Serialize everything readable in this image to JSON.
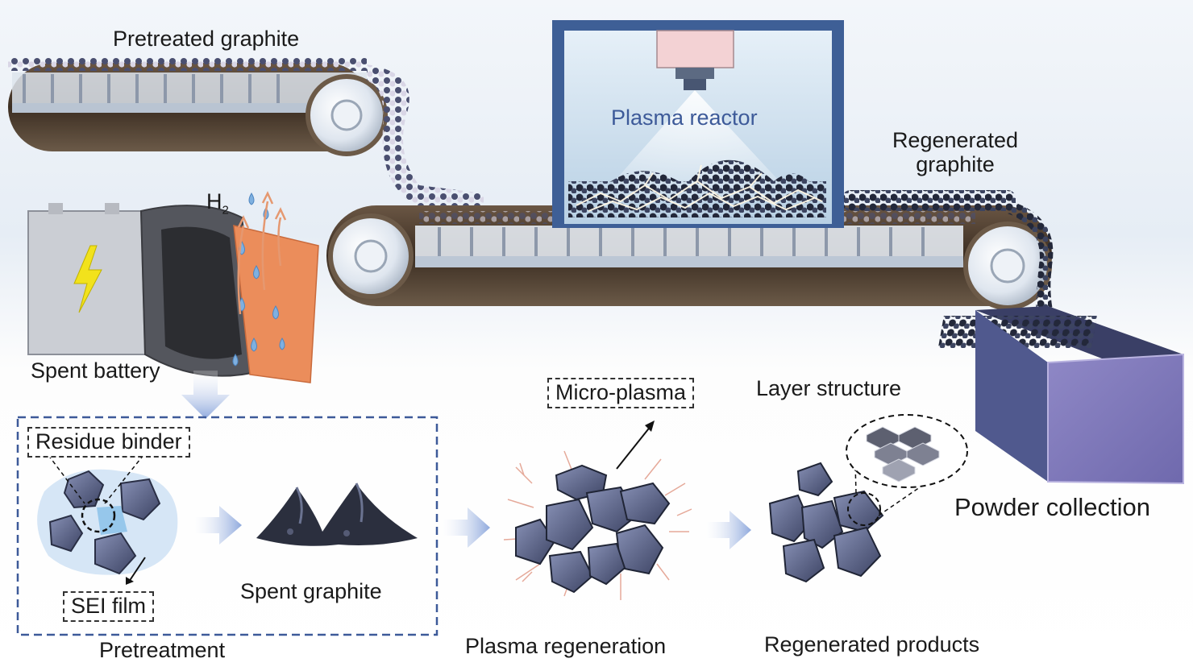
{
  "labels": {
    "pretreated_graphite": "Pretreated graphite",
    "plasma_reactor": "Plasma reactor",
    "regenerated_graphite_line1": "Regenerated",
    "regenerated_graphite_line2": "graphite",
    "h2_main": "H",
    "h2_sub": "2",
    "spent_battery": "Spent battery",
    "residue_binder": "Residue binder",
    "sei_film": "SEI film",
    "spent_graphite": "Spent graphite",
    "pretreatment": "Pretreatment",
    "micro_plasma": "Micro-plasma",
    "plasma_regeneration": "Plasma regeneration",
    "layer_structure": "Layer structure",
    "regenerated_products": "Regenerated products",
    "powder_collection": "Powder collection"
  },
  "colors": {
    "reactor_frame": "#3e5f96",
    "reactor_glass": "#cfe3f0",
    "belt": "#4a3a2c",
    "particle_dark": "#2a3040",
    "particle_light": "#c9c7d8",
    "dashed_box": "#3d5a99",
    "arrow": "#a9bfe6",
    "bin": "#5b5a96",
    "crystal": "#5a6387",
    "plasma_glow": "#e3a08f",
    "battery_orange": "#e88a5a"
  },
  "icons": [
    "lightning-icon",
    "water-drop-icon",
    "gas-arrow-icon"
  ]
}
